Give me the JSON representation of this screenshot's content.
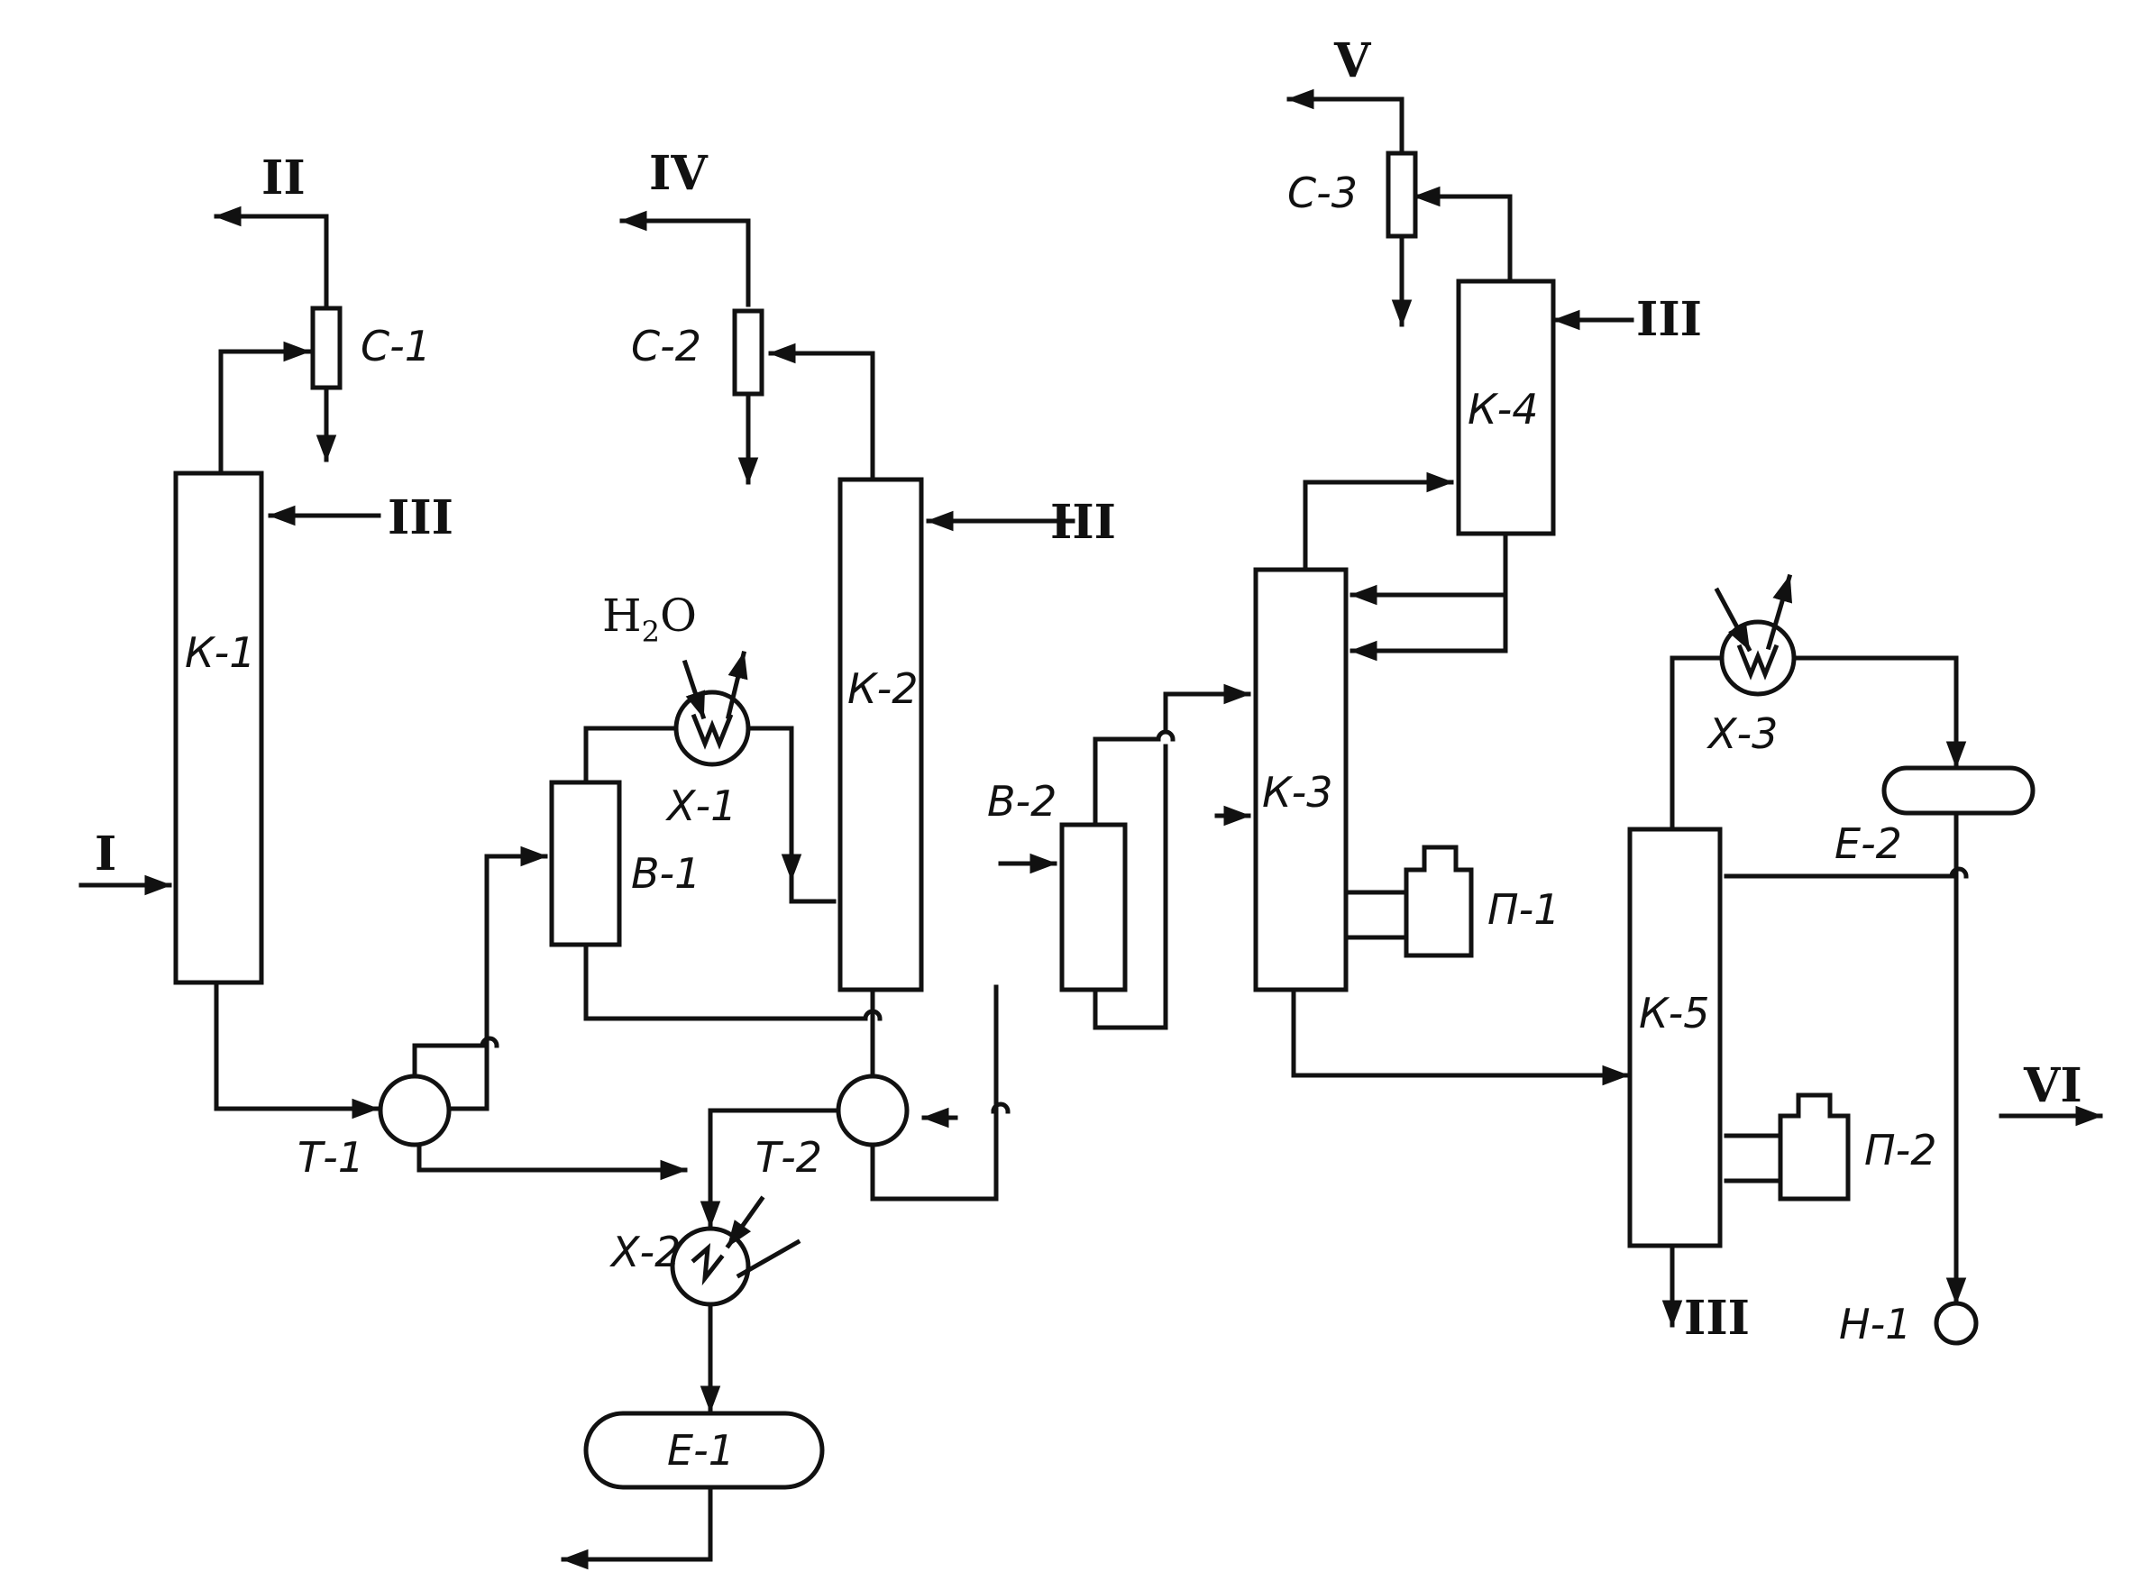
{
  "colors": {
    "ink": "#111111",
    "paper": "#ffffff"
  },
  "labels": {
    "K1": "К-1",
    "K2": "К-2",
    "K3": "К-3",
    "K4": "К-4",
    "K5": "К-5",
    "C1": "С-1",
    "C2": "С-2",
    "C3": "С-3",
    "X1": "Х-1",
    "X2": "Х-2",
    "X3": "Х-3",
    "B1": "В-1",
    "B2": "В-2",
    "T1": "Т-1",
    "T2": "Т-2",
    "E1": "Е-1",
    "E2": "Е-2",
    "P1": "П-1",
    "P2": "П-2",
    "H1": "Н-1",
    "water_main": "H",
    "water_sub": "2",
    "water_tail": "O"
  },
  "streams": {
    "I": "I",
    "II": "II",
    "III": "III",
    "IV": "IV",
    "V": "V",
    "VI": "VI"
  }
}
